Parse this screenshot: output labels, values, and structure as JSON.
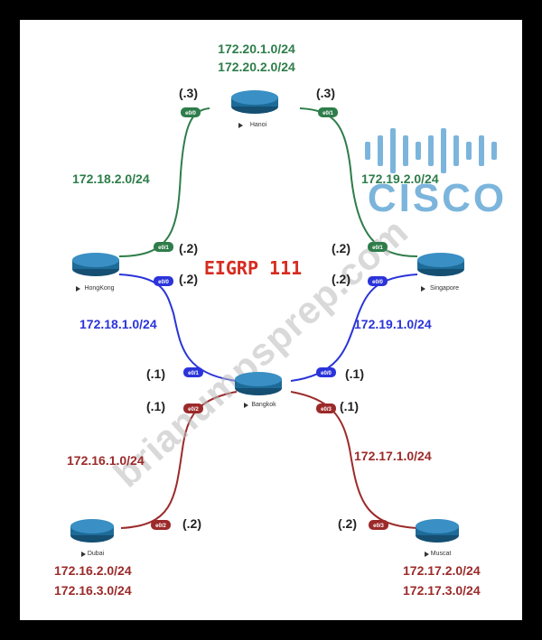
{
  "title": {
    "text": "EIGRP 111",
    "color": "#d62b20"
  },
  "colors": {
    "green": "#2e7d4a",
    "blue": "#2b34d9",
    "red": "#9c2a2a",
    "router": "#1d6b98",
    "cisco": "#7cb5dc",
    "watermark": "#b9b9b9"
  },
  "routers": {
    "hanoi": {
      "label": "Hanoi"
    },
    "hongkong": {
      "label": "HongKong"
    },
    "singapore": {
      "label": "Singapore"
    },
    "bangkok": {
      "label": "Bangkok"
    },
    "dubai": {
      "label": "Dubai"
    },
    "muscat": {
      "label": "Muscat"
    }
  },
  "ports": {
    "hanoi_left": "e0/0",
    "hanoi_right": "e0/1",
    "hk_green": "e0/1",
    "hk_blue": "e0/0",
    "sg_green": "e0/1",
    "sg_blue": "e0/0",
    "bk_left": "e0/1",
    "bk_right": "e0/0",
    "bk_left2": "e0/2",
    "bk_right2": "e0/3",
    "dubai": "e0/2",
    "muscat": "e0/3"
  },
  "subnets": {
    "hanoi_lan1": "172.20.1.0/24",
    "hanoi_lan2": "172.20.2.0/24",
    "hk_hanoi": "172.18.2.0/24",
    "sg_hanoi": "172.19.2.0/24",
    "hk_bangkok": "172.18.1.0/24",
    "sg_bangkok": "172.19.1.0/24",
    "bk_dubai": "172.16.1.0/24",
    "bk_muscat": "172.17.1.0/24",
    "dubai_lan1": "172.16.2.0/24",
    "dubai_lan2": "172.16.3.0/24",
    "muscat_lan1": "172.17.2.0/24",
    "muscat_lan2": "172.17.3.0/24"
  },
  "hosts": {
    "hanoi_left": "(.3)",
    "hanoi_right": "(.3)",
    "hk_green": "(.2)",
    "hk_blue": "(.2)",
    "sg_green": "(.2)",
    "sg_blue": "(.2)",
    "bk_left": "(.1)",
    "bk_right": "(.1)",
    "bk_left2": "(.1)",
    "bk_right2": "(.1)",
    "dubai": "(.2)",
    "muscat": "(.2)"
  },
  "watermark": {
    "text": "brianumpsprep.com"
  },
  "logo": {
    "text": "CISCO"
  }
}
